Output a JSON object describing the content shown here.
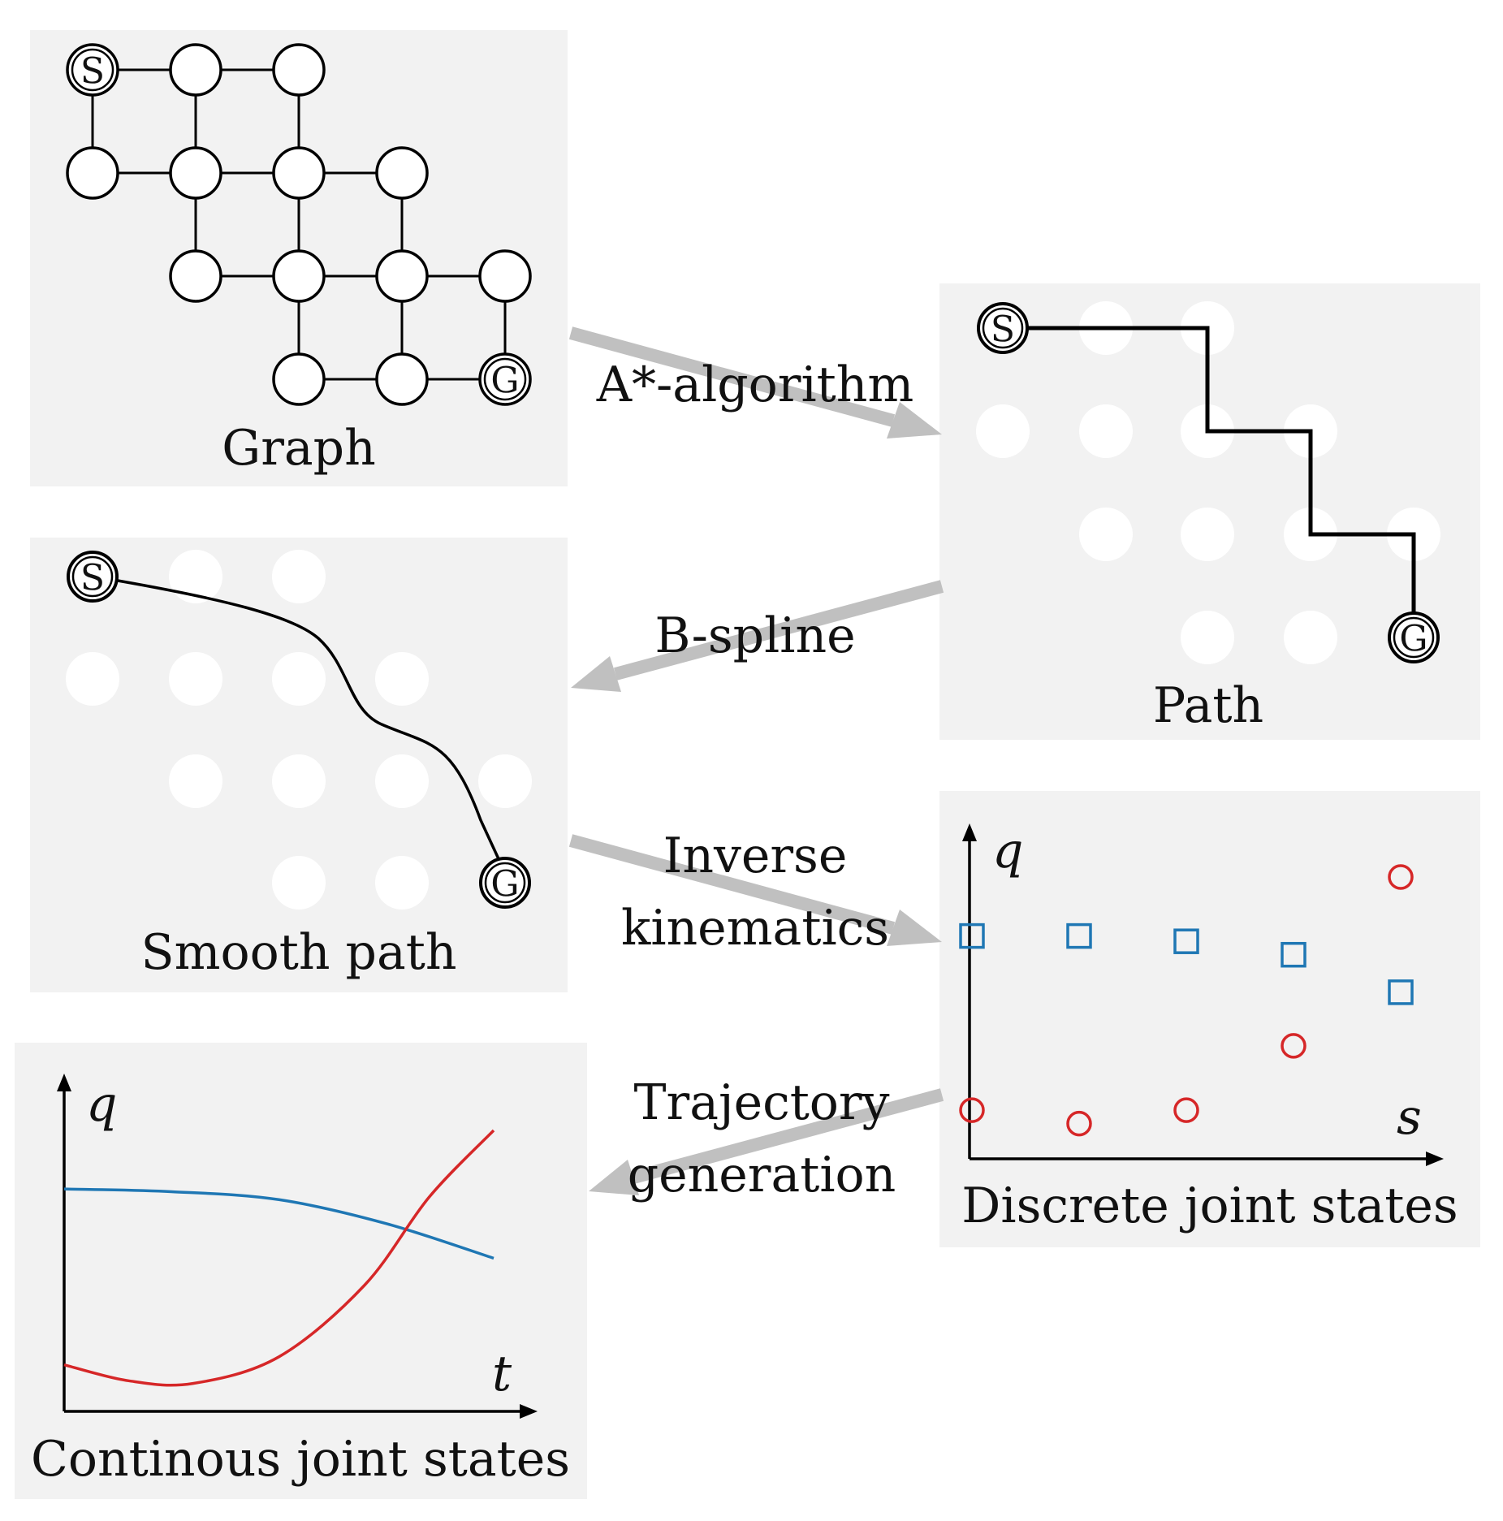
{
  "panels": {
    "graph": {
      "label": "Graph"
    },
    "path": {
      "label": "Path"
    },
    "smooth": {
      "label": "Smooth path"
    },
    "discrete": {
      "label": "Discrete joint states",
      "x_axis": "s",
      "y_axis": "q"
    },
    "continuous": {
      "label": "Continous joint states",
      "x_axis": "t",
      "y_axis": "q"
    }
  },
  "arrows": {
    "astar": {
      "label": "A*-algorithm"
    },
    "bspline": {
      "label": "B-spline"
    },
    "ik": {
      "line1": "Inverse",
      "line2": "kinematics"
    },
    "traj": {
      "line1": "Trajectory",
      "line2": "generation"
    }
  },
  "nodes": {
    "start": "S",
    "goal": "G"
  },
  "colors": {
    "panel": "#f2f2f2",
    "arrow": "#c0c0c0",
    "series_blue": "#1f77b4",
    "series_red": "#d62728"
  },
  "discrete_states": {
    "s": [
      0,
      1,
      2,
      3,
      4
    ],
    "q_blue": [
      0.78,
      0.78,
      0.76,
      0.71,
      0.57
    ],
    "q_red": [
      0.13,
      0.08,
      0.13,
      0.37,
      1.0
    ],
    "markers": {
      "blue": "square",
      "red": "circle"
    }
  },
  "continuous_states": {
    "t_range": [
      0,
      1
    ],
    "blue_curve": [
      [
        0,
        0.78
      ],
      [
        0.25,
        0.77
      ],
      [
        0.5,
        0.74
      ],
      [
        0.75,
        0.65
      ],
      [
        1.0,
        0.52
      ]
    ],
    "red_curve": [
      [
        0,
        0.12
      ],
      [
        0.15,
        0.06
      ],
      [
        0.3,
        0.05
      ],
      [
        0.5,
        0.15
      ],
      [
        0.7,
        0.42
      ],
      [
        0.85,
        0.75
      ],
      [
        1.0,
        1.0
      ]
    ]
  }
}
